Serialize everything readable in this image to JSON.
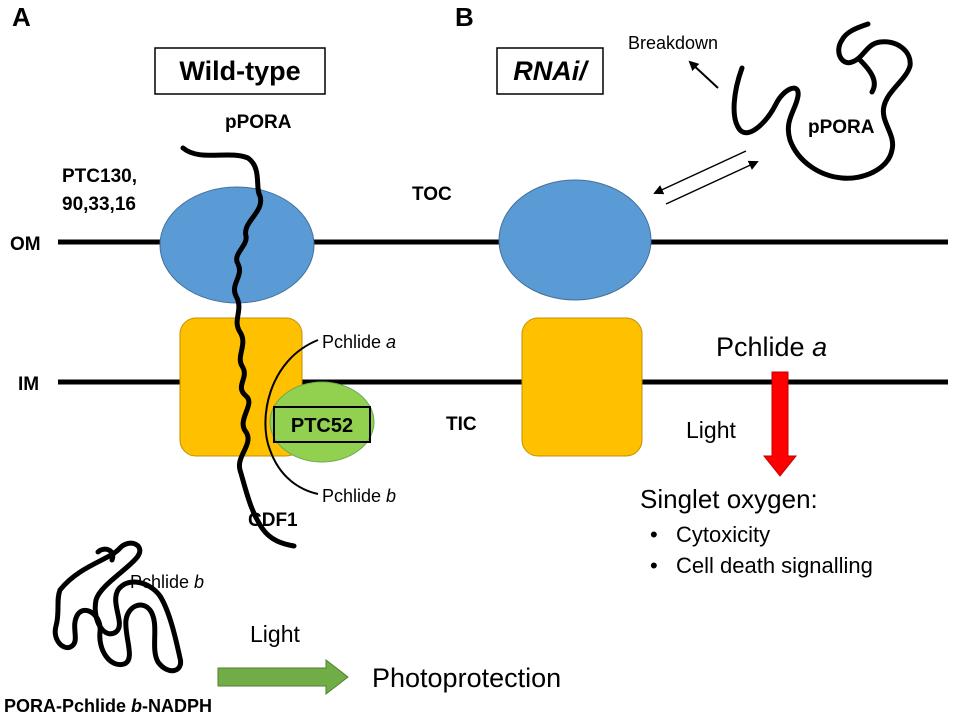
{
  "panel_a": {
    "letter": "A",
    "condition": "Wild-type",
    "pPORA": "pPORA",
    "ptc_line1": "PTC130,",
    "ptc_line2": "90,33,16",
    "om": "OM",
    "im": "IM",
    "pchlide_a_label": "Pchlide ",
    "pchlide_a_italic": "a",
    "ptc52": "PTC52",
    "pchlide_b_label": "Pchlide ",
    "pchlide_b_italic": "b",
    "cdf1": "CDF1",
    "complex_pchlide_label": "Pchlide ",
    "complex_pchlide_italic": "b",
    "complex_name_1": "PORA-Pchlide ",
    "complex_name_italic": "b",
    "complex_name_2": "-NADPH",
    "light": "Light",
    "outcome": "Photoprotection"
  },
  "panel_b": {
    "letter": "B",
    "condition": "RNAi/",
    "breakdown": "Breakdown",
    "pPORA": "pPORA",
    "toc": "TOC",
    "tic": "TIC",
    "pchlide_label": "Pchlide ",
    "pchlide_italic": "a",
    "light": "Light",
    "singlet_oxygen": "Singlet oxygen:",
    "effects": [
      "Cytoxicity",
      "Cell death signalling"
    ]
  },
  "colors": {
    "toc_blue": "#5b9bd5",
    "tic_orange": "#ffc000",
    "ptc52_green": "#92d050",
    "arrow_red": "#ff0000",
    "arrow_green": "#70ad47"
  }
}
